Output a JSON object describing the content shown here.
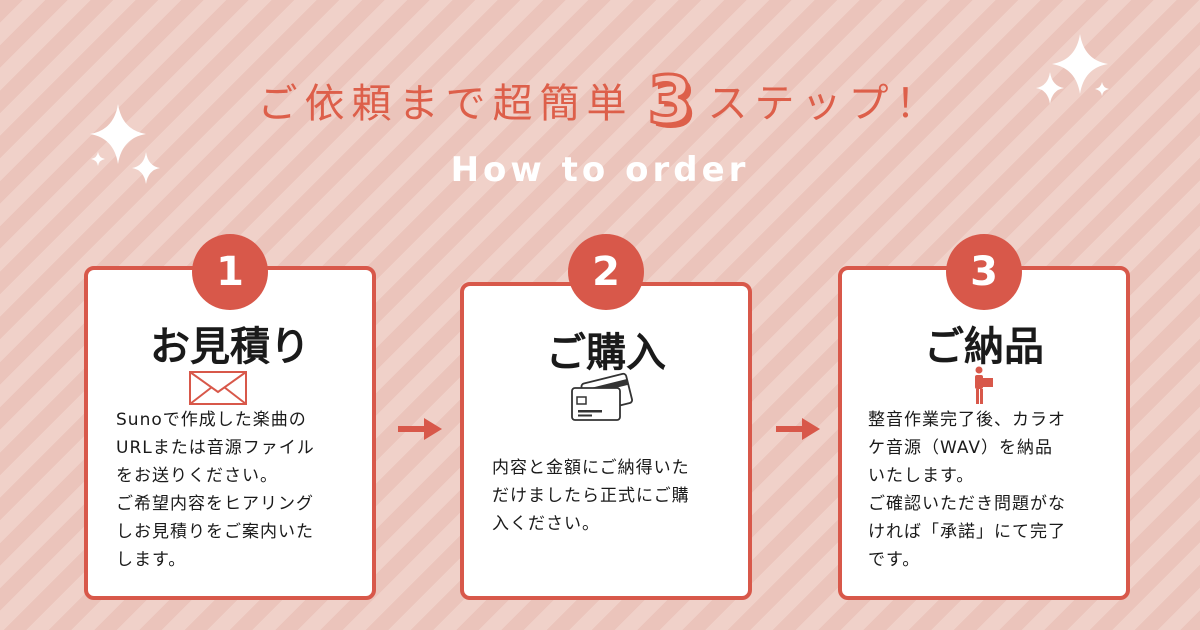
{
  "header": {
    "title_before": "ご依頼まで超簡単",
    "title_number": "3",
    "title_after": "ステップ！",
    "subtitle": "How to order"
  },
  "steps": [
    {
      "number": "1",
      "title": "お見積り",
      "icon": "envelope-icon",
      "lines": [
        "Sunoで作成した楽曲の",
        "URLまたは音源ファイル",
        "をお送りください。",
        " ご希望内容をヒアリング",
        "しお見積りをご案内いた",
        "します。"
      ]
    },
    {
      "number": "2",
      "title": "ご購入",
      "icon": "credit-card-icon",
      "lines": [
        "内容と金額にご納得いた",
        "だけましたら正式にご購",
        "入ください。"
      ]
    },
    {
      "number": "3",
      "title": "ご納品",
      "icon": "delivery-person-icon",
      "lines": [
        "整音作業完了後、カラオ",
        "ケ音源（WAV）を納品",
        "いたします。",
        " ご確認いただき問題がな",
        "ければ「承諾」にて完了",
        "です。"
      ]
    }
  ],
  "colors": {
    "accent": "#d8584a",
    "title": "#dd5f4a",
    "background": "#ebc4bb",
    "stripe": "#f0d1c9",
    "card": "#ffffff"
  }
}
